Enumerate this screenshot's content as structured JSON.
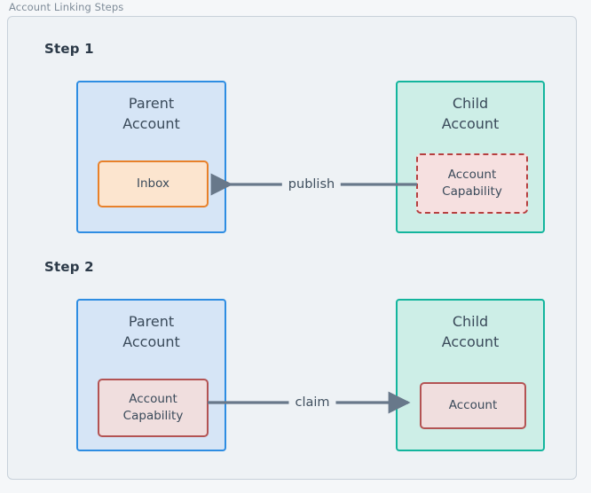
{
  "frame": {
    "title": "Account Linking Steps"
  },
  "colors": {
    "page_background": "#f5f7f9",
    "frame_background": "#eef2f5",
    "frame_border": "#c8d1da",
    "parent_fill": "#d6e5f6",
    "parent_border": "#2e8de2",
    "child_fill": "#cdeee7",
    "child_border": "#13b59d",
    "inbox_fill": "#fce5cf",
    "inbox_border": "#e8812a",
    "capability_dashed_fill": "#f6e0e0",
    "capability_dashed_border": "#b63f3f",
    "capability_solid_fill": "#f0dede",
    "capability_solid_border": "#b35353",
    "arrow": "#68788a",
    "text": "#3a4a5a",
    "step_label": "#2c3a48",
    "title_text": "#7f8c99"
  },
  "steps": [
    {
      "label": "Step 1",
      "left_box": {
        "title": "Parent\nAccount",
        "title_line1": "Parent",
        "title_line2": "Account",
        "inner": {
          "label": "Inbox",
          "style": "solid-orange"
        }
      },
      "right_box": {
        "title_line1": "Child",
        "title_line2": "Account",
        "inner": {
          "label_line1": "Account",
          "label_line2": "Capability",
          "style": "dashed-red"
        }
      },
      "edge": {
        "label": "publish",
        "direction": "right-to-left",
        "from": "Child Account / Account Capability",
        "to": "Parent Account / Inbox"
      }
    },
    {
      "label": "Step 2",
      "left_box": {
        "title_line1": "Parent",
        "title_line2": "Account",
        "inner": {
          "label_line1": "Account",
          "label_line2": "Capability",
          "style": "solid-red"
        }
      },
      "right_box": {
        "title_line1": "Child",
        "title_line2": "Account",
        "inner": {
          "label": "Account",
          "style": "solid-red"
        }
      },
      "edge": {
        "label": "claim",
        "direction": "left-to-right",
        "from": "Parent Account / Account Capability",
        "to": "Child Account / Account"
      }
    }
  ]
}
